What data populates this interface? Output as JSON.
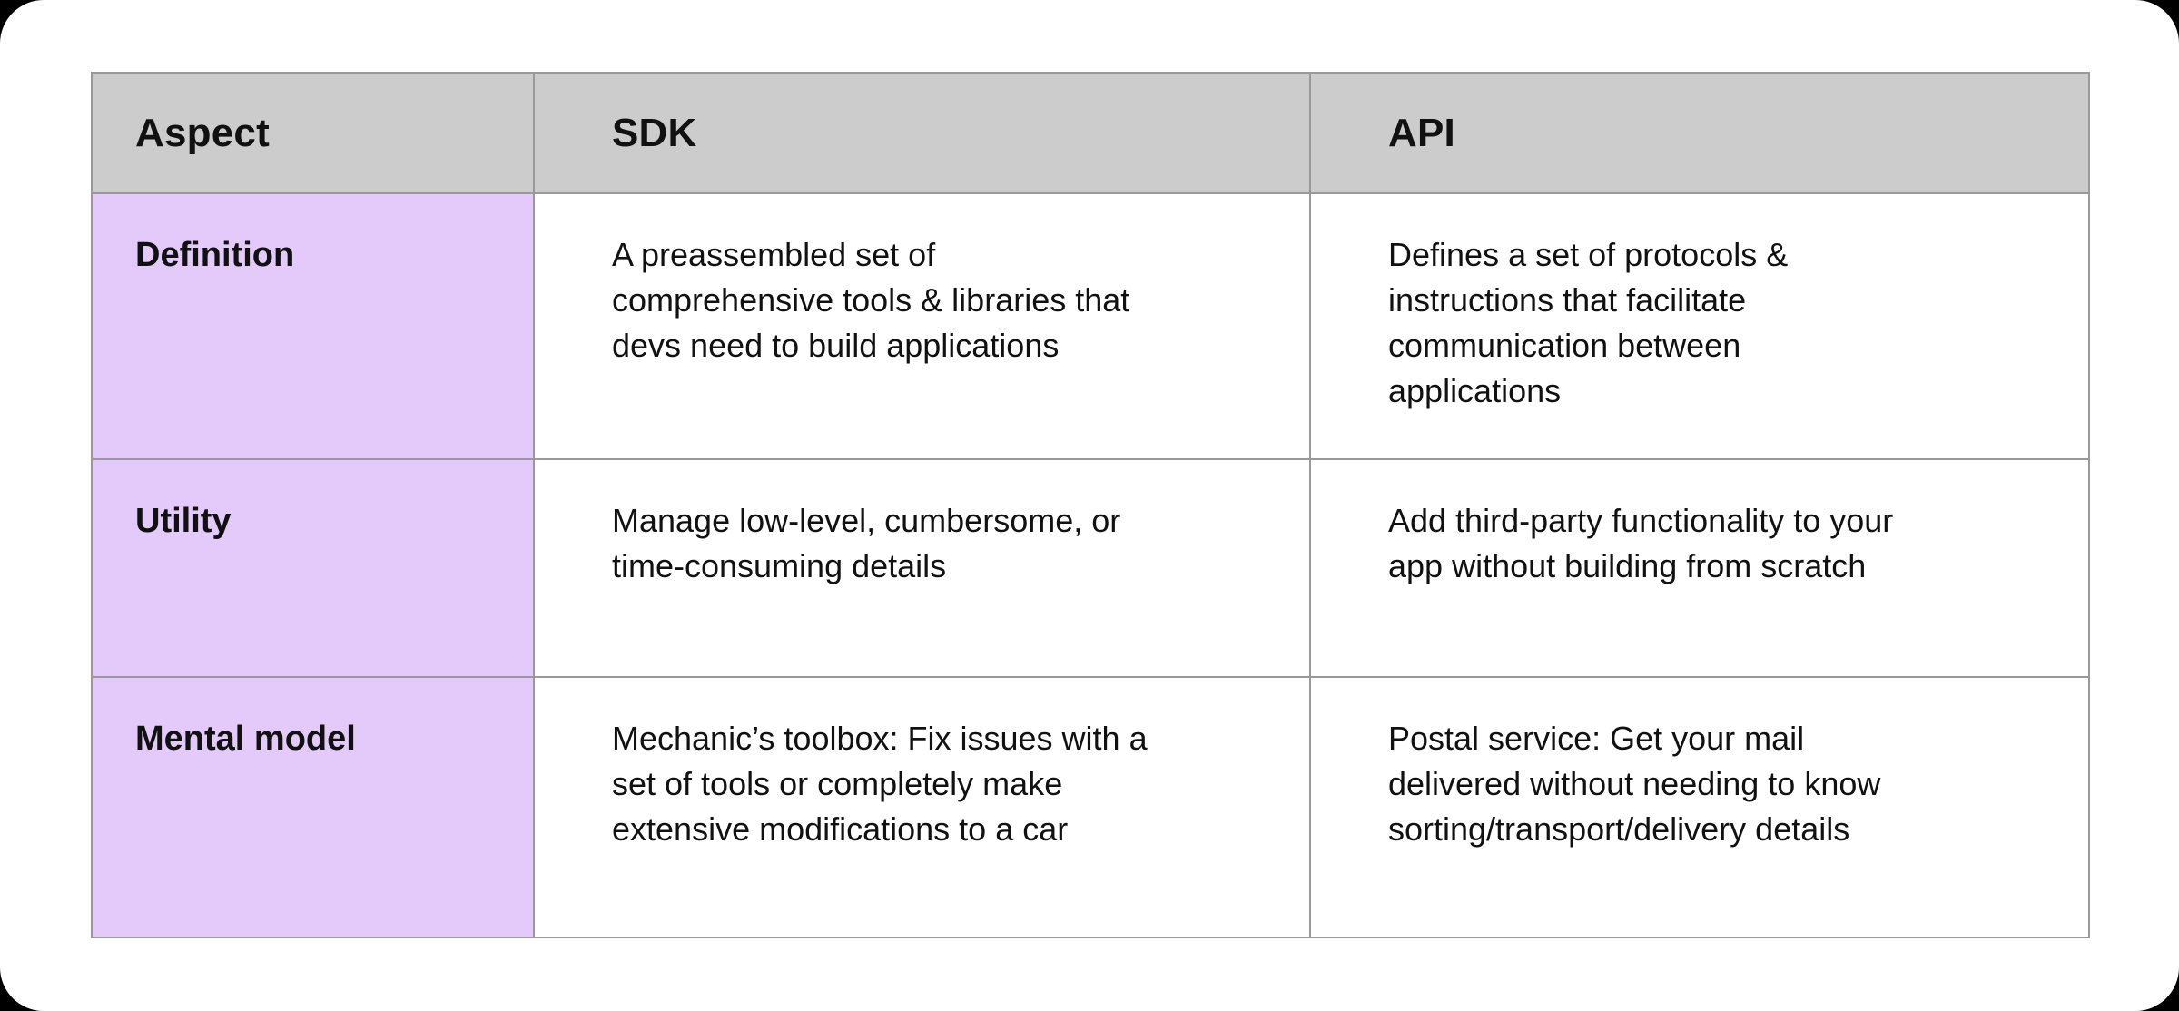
{
  "theme": {
    "page_bg": "#000000",
    "canvas_bg": "#ffffff",
    "header_bg": "#cccccc",
    "aspect_col_bg": "#e3cafa",
    "border_color": "#999999",
    "text_color": "#111111"
  },
  "table": {
    "columns": [
      "Aspect",
      "SDK",
      "API"
    ],
    "rows": [
      {
        "aspect": "Definition",
        "sdk": [
          "A preassembled set of",
          "comprehensive tools & libraries that",
          "devs need to build applications"
        ],
        "api": [
          "Defines a set of protocols &",
          "instructions that facilitate",
          "communication between",
          "applications"
        ]
      },
      {
        "aspect": "Utility",
        "sdk": [
          "Manage low-level, cumbersome, or",
          "time-consuming details"
        ],
        "api": [
          "Add third-party functionality to your",
          "app without building from scratch"
        ]
      },
      {
        "aspect": "Mental model",
        "sdk": [
          "Mechanic’s toolbox: Fix issues with a",
          "set of tools or completely make",
          "extensive modifications to a car"
        ],
        "api": [
          "Postal service: Get your mail",
          "delivered without needing to know",
          "sorting/transport/delivery details"
        ]
      }
    ]
  }
}
